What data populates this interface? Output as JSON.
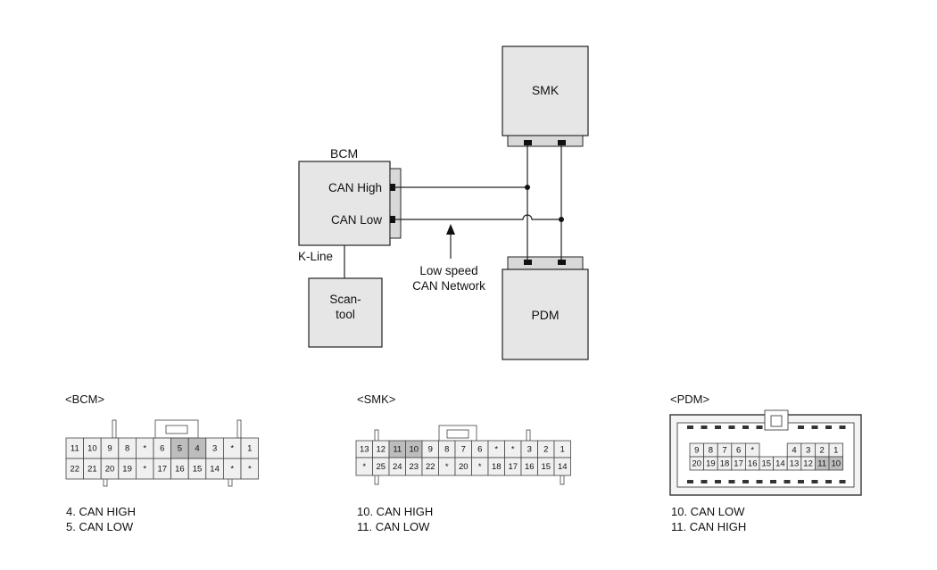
{
  "modules": {
    "smk": "SMK",
    "bcm": "BCM",
    "pdm": "PDM",
    "scan_tool_line1": "Scan-",
    "scan_tool_line2": "tool"
  },
  "bcm_pins": {
    "can_high": "CAN High",
    "can_low": "CAN Low"
  },
  "k_line": "K-Line",
  "network_label": {
    "line1": "Low speed",
    "line2": "CAN Network"
  },
  "connectors": {
    "bcm": {
      "title": "<BCM>",
      "row1": [
        "11",
        "10",
        "9",
        "8",
        "*",
        "6",
        "5",
        "4",
        "3",
        "*",
        "1"
      ],
      "row2": [
        "22",
        "21",
        "20",
        "19",
        "*",
        "17",
        "16",
        "15",
        "14",
        "*",
        "*"
      ],
      "highlight_row1": [
        6,
        7
      ],
      "legend": [
        "4. CAN HIGH",
        "5. CAN LOW"
      ]
    },
    "smk": {
      "title": "<SMK>",
      "row1": [
        "13",
        "12",
        "11",
        "10",
        "9",
        "8",
        "7",
        "6",
        "*",
        "*",
        "3",
        "2",
        "1"
      ],
      "row2": [
        "*",
        "25",
        "24",
        "23",
        "22",
        "*",
        "20",
        "*",
        "18",
        "17",
        "16",
        "15",
        "14"
      ],
      "highlight_row1": [
        2,
        3
      ],
      "legend": [
        "10. CAN HIGH",
        "11. CAN LOW"
      ]
    },
    "pdm": {
      "title": "<PDM>",
      "row1": [
        "9",
        "8",
        "7",
        "6",
        "*",
        "",
        "",
        "4",
        "3",
        "2",
        "1"
      ],
      "row2": [
        "20",
        "19",
        "18",
        "17",
        "16",
        "15",
        "14",
        "13",
        "12",
        "11",
        "10"
      ],
      "highlight_row2": [
        9,
        10
      ],
      "legend": [
        "10. CAN LOW",
        "11. CAN HIGH"
      ]
    }
  }
}
